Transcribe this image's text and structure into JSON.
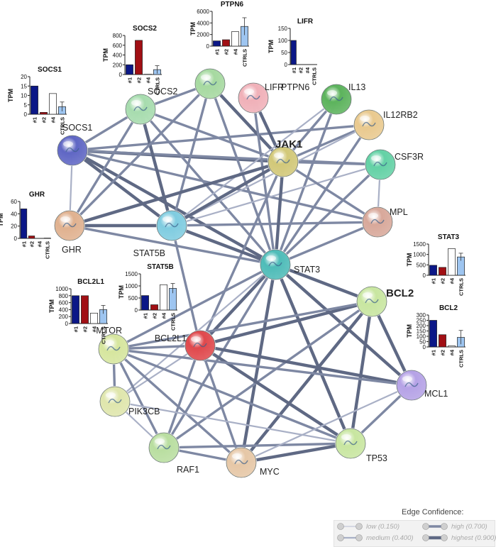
{
  "network": {
    "nodes": [
      {
        "id": "PTPN6",
        "label": "PTPN6",
        "color": "#a6d9a0",
        "bold": false
      },
      {
        "id": "SOCS2",
        "label": "SOCS2",
        "color": "#a7dcae",
        "bold": false
      },
      {
        "id": "LIFR",
        "label": "LIFR",
        "color": "#f0b0b8",
        "bold": false
      },
      {
        "id": "IL13",
        "label": "IL13",
        "color": "#5cb35c",
        "bold": false
      },
      {
        "id": "IL12RB2",
        "label": "IL12RB2",
        "color": "#e9c98e",
        "bold": false
      },
      {
        "id": "SOCS1",
        "label": "SOCS1",
        "color": "#5f66c4",
        "bold": false
      },
      {
        "id": "JAK1",
        "label": "JAK1",
        "color": "#d2c878",
        "bold": true
      },
      {
        "id": "CSF3R",
        "label": "CSF3R",
        "color": "#63d1a5",
        "bold": false
      },
      {
        "id": "GHR",
        "label": "GHR",
        "color": "#e0b18f",
        "bold": false
      },
      {
        "id": "MPL",
        "label": "MPL",
        "color": "#d8a89a",
        "bold": false
      },
      {
        "id": "STAT5B",
        "label": "STAT5B",
        "color": "#7fcce0",
        "bold": false
      },
      {
        "id": "STAT3",
        "label": "STAT3",
        "color": "#4ebcb8",
        "bold": false
      },
      {
        "id": "BCL2",
        "label": "BCL2",
        "color": "#c8e6a0",
        "bold": true
      },
      {
        "id": "MTOR",
        "label": "MTOR",
        "color": "#d6e69e",
        "bold": false
      },
      {
        "id": "BCL2L1",
        "label": "BCL2L1",
        "color": "#e0484c",
        "bold": false
      },
      {
        "id": "MCL1",
        "label": "MCL1",
        "color": "#b5a2e6",
        "bold": false
      },
      {
        "id": "PIK3CB",
        "label": "PIK3CB",
        "color": "#dfe6ac",
        "bold": false
      },
      {
        "id": "RAF1",
        "label": "RAF1",
        "color": "#b9dea0",
        "bold": false
      },
      {
        "id": "MYC",
        "label": "MYC",
        "color": "#e6c7a6",
        "bold": false
      },
      {
        "id": "TP53",
        "label": "TP53",
        "color": "#c8e6a0",
        "bold": false
      }
    ],
    "edges": [
      [
        "SOCS1",
        "SOCS2",
        2
      ],
      [
        "SOCS1",
        "JAK1",
        3
      ],
      [
        "SOCS1",
        "GHR",
        1
      ],
      [
        "SOCS1",
        "STAT5B",
        3
      ],
      [
        "SOCS1",
        "STAT3",
        3
      ],
      [
        "SOCS1",
        "IL12RB2",
        2
      ],
      [
        "SOCS1",
        "CSF3R",
        2
      ],
      [
        "SOCS1",
        "MPL",
        2
      ],
      [
        "SOCS2",
        "PTPN6",
        2
      ],
      [
        "SOCS2",
        "STAT5B",
        3
      ],
      [
        "SOCS2",
        "GHR",
        2
      ],
      [
        "SOCS2",
        "JAK1",
        2
      ],
      [
        "SOCS2",
        "STAT3",
        2
      ],
      [
        "PTPN6",
        "JAK1",
        3
      ],
      [
        "PTPN6",
        "STAT5B",
        2
      ],
      [
        "PTPN6",
        "STAT3",
        2
      ],
      [
        "PTPN6",
        "GHR",
        2
      ],
      [
        "LIFR",
        "JAK1",
        3
      ],
      [
        "LIFR",
        "STAT3",
        2
      ],
      [
        "IL13",
        "JAK1",
        2
      ],
      [
        "IL13",
        "STAT3",
        2
      ],
      [
        "IL13",
        "STAT5B",
        1
      ],
      [
        "IL12RB2",
        "JAK1",
        2
      ],
      [
        "IL12RB2",
        "STAT3",
        2
      ],
      [
        "IL12RB2",
        "STAT5B",
        1
      ],
      [
        "CSF3R",
        "JAK1",
        2
      ],
      [
        "CSF3R",
        "STAT3",
        2
      ],
      [
        "CSF3R",
        "STAT5B",
        1
      ],
      [
        "MPL",
        "JAK1",
        2
      ],
      [
        "MPL",
        "STAT3",
        2
      ],
      [
        "MPL",
        "STAT5B",
        2
      ],
      [
        "MPL",
        "CSF3R",
        1
      ],
      [
        "GHR",
        "JAK1",
        3
      ],
      [
        "GHR",
        "STAT5B",
        3
      ],
      [
        "GHR",
        "STAT3",
        2
      ],
      [
        "JAK1",
        "STAT5B",
        3
      ],
      [
        "JAK1",
        "STAT3",
        3
      ],
      [
        "JAK1",
        "BCL2L1",
        2
      ],
      [
        "STAT5B",
        "STAT3",
        3
      ],
      [
        "STAT5B",
        "BCL2L1",
        2
      ],
      [
        "STAT3",
        "BCL2L1",
        3
      ],
      [
        "STAT3",
        "BCL2",
        3
      ],
      [
        "STAT3",
        "MCL1",
        3
      ],
      [
        "STAT3",
        "MYC",
        3
      ],
      [
        "STAT3",
        "TP53",
        3
      ],
      [
        "STAT3",
        "MTOR",
        2
      ],
      [
        "STAT3",
        "RAF1",
        2
      ],
      [
        "STAT3",
        "PIK3CB",
        1
      ],
      [
        "BCL2",
        "BCL2L1",
        3
      ],
      [
        "BCL2",
        "MCL1",
        3
      ],
      [
        "BCL2",
        "TP53",
        3
      ],
      [
        "BCL2",
        "MYC",
        3
      ],
      [
        "BCL2",
        "MTOR",
        2
      ],
      [
        "BCL2",
        "RAF1",
        2
      ],
      [
        "BCL2L1",
        "MCL1",
        3
      ],
      [
        "BCL2L1",
        "TP53",
        3
      ],
      [
        "BCL2L1",
        "MYC",
        2
      ],
      [
        "BCL2L1",
        "RAF1",
        2
      ],
      [
        "BCL2L1",
        "MTOR",
        2
      ],
      [
        "BCL2L1",
        "PIK3CB",
        1
      ],
      [
        "MTOR",
        "PIK3CB",
        2
      ],
      [
        "MTOR",
        "RAF1",
        2
      ],
      [
        "MTOR",
        "MYC",
        2
      ],
      [
        "MTOR",
        "TP53",
        2
      ],
      [
        "MTOR",
        "MCL1",
        2
      ],
      [
        "PIK3CB",
        "RAF1",
        1
      ],
      [
        "PIK3CB",
        "TP53",
        1
      ],
      [
        "RAF1",
        "TP53",
        2
      ],
      [
        "RAF1",
        "MYC",
        2
      ],
      [
        "MYC",
        "TP53",
        3
      ],
      [
        "MCL1",
        "TP53",
        2
      ],
      [
        "MYC",
        "MCL1",
        1
      ]
    ]
  },
  "chart_data": [
    {
      "type": "bar",
      "title": "SOCS1",
      "ylabel": "TPM",
      "ylim": [
        0,
        20
      ],
      "yticks": [
        0,
        5,
        10,
        15,
        20
      ],
      "categories": [
        "#1",
        "#2",
        "#4",
        "CTRLS"
      ],
      "values": [
        15,
        1,
        11,
        4
      ],
      "error": [
        null,
        null,
        null,
        2.5
      ]
    },
    {
      "type": "bar",
      "title": "SOCS2",
      "ylabel": "TPM",
      "ylim": [
        0,
        800
      ],
      "yticks": [
        0,
        200,
        400,
        600,
        800
      ],
      "categories": [
        "#1",
        "#2",
        "#4",
        "CTRLS"
      ],
      "values": [
        200,
        700,
        5,
        100
      ],
      "error": [
        null,
        null,
        null,
        80
      ]
    },
    {
      "type": "bar",
      "title": "PTPN6",
      "ylabel": "TPM",
      "ylim": [
        0,
        6000
      ],
      "yticks": [
        0,
        2000,
        4000,
        6000
      ],
      "categories": [
        "#1",
        "#2",
        "#4",
        "CTRLS"
      ],
      "values": [
        900,
        1100,
        2500,
        3400
      ],
      "error": [
        null,
        null,
        null,
        1500
      ]
    },
    {
      "type": "bar",
      "title": "LIFR",
      "ylabel": "TPM",
      "ylim": [
        0,
        150
      ],
      "yticks": [
        0,
        50,
        100,
        150
      ],
      "categories": [
        "#1",
        "#2",
        "#4",
        "CTRLS"
      ],
      "values": [
        100,
        0,
        0,
        0
      ],
      "error": [
        null,
        null,
        null,
        null
      ]
    },
    {
      "type": "bar",
      "title": "GHR",
      "ylabel": "TPM",
      "ylim": [
        0,
        60
      ],
      "yticks": [
        0,
        20,
        40,
        60
      ],
      "categories": [
        "#1",
        "#2",
        "#4",
        "CTRLS"
      ],
      "values": [
        48,
        4,
        0,
        0.5
      ],
      "error": [
        null,
        null,
        null,
        null
      ]
    },
    {
      "type": "bar",
      "title": "STAT5B",
      "ylabel": "TPM",
      "ylim": [
        0,
        1500
      ],
      "yticks": [
        0,
        500,
        1000,
        1500
      ],
      "categories": [
        "#1",
        "#2",
        "#4",
        "CTRLS"
      ],
      "values": [
        600,
        220,
        1050,
        900
      ],
      "error": [
        null,
        null,
        null,
        200
      ]
    },
    {
      "type": "bar",
      "title": "BCL2L1",
      "ylabel": "TPM",
      "ylim": [
        0,
        1000
      ],
      "yticks": [
        0,
        200,
        400,
        600,
        800,
        1000
      ],
      "categories": [
        "#1",
        "#2",
        "#4",
        "CTRLS"
      ],
      "values": [
        800,
        800,
        300,
        400
      ],
      "error": [
        null,
        null,
        null,
        120
      ]
    },
    {
      "type": "bar",
      "title": "STAT3",
      "ylabel": "TPM",
      "ylim": [
        0,
        1500
      ],
      "yticks": [
        0,
        500,
        1000,
        1500
      ],
      "categories": [
        "#1",
        "#2",
        "#4",
        "CTRLS"
      ],
      "values": [
        480,
        380,
        1280,
        880
      ],
      "error": [
        null,
        null,
        null,
        180
      ]
    },
    {
      "type": "bar",
      "title": "BCL2",
      "ylabel": "TPM",
      "ylim": [
        0,
        300
      ],
      "yticks": [
        0,
        50,
        100,
        150,
        200,
        250,
        300
      ],
      "categories": [
        "#1",
        "#2",
        "#4",
        "CTRLS"
      ],
      "values": [
        250,
        115,
        10,
        90
      ],
      "error": [
        null,
        null,
        null,
        65
      ]
    }
  ],
  "bar_colors": [
    "#0b1787",
    "#a10f14",
    "#ffffff",
    "#9ec5f0"
  ],
  "legend": {
    "title": "Edge Confidence:",
    "items": [
      {
        "label": "low (0.150)",
        "level": 0
      },
      {
        "label": "high (0.700)",
        "level": 2
      },
      {
        "label": "medium (0.400)",
        "level": 1
      },
      {
        "label": "highest (0.900)",
        "level": 3
      }
    ]
  }
}
